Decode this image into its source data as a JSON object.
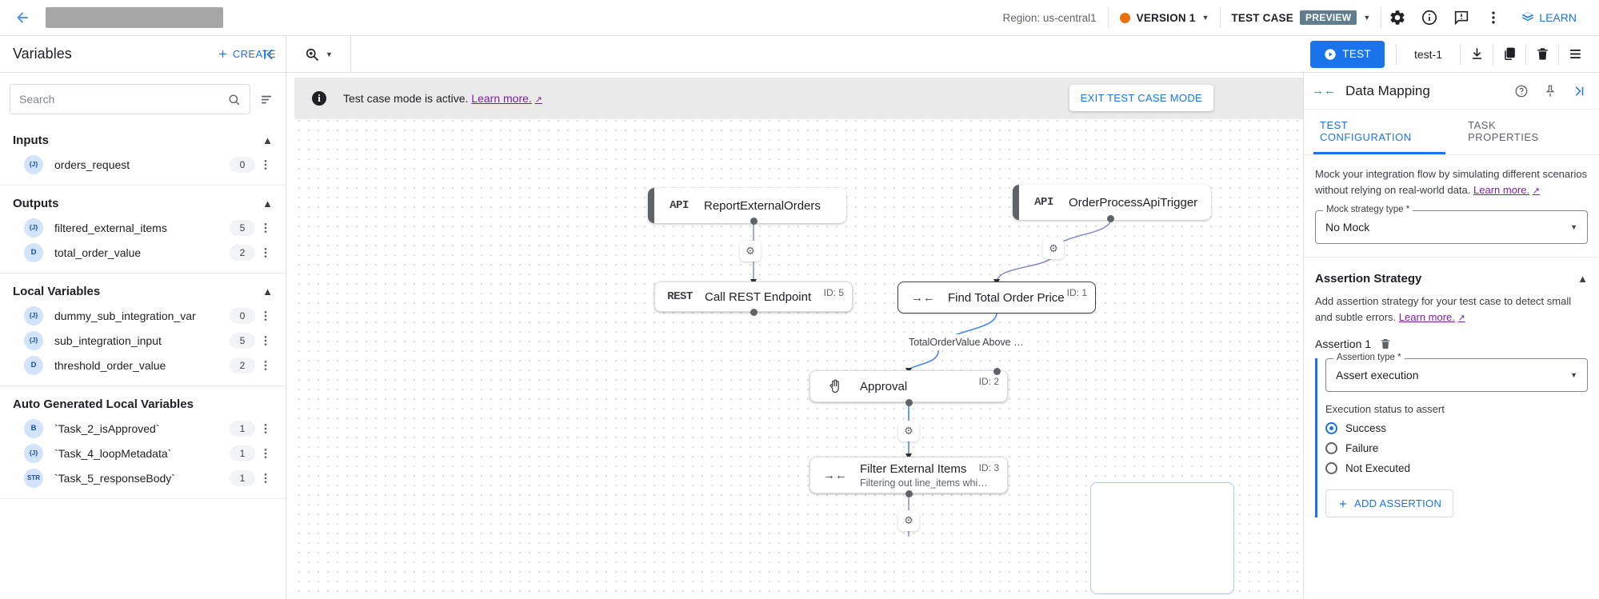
{
  "topbar": {
    "back_icon": "arrow-left-icon",
    "region": "Region: us-central1",
    "version": "VERSION 1",
    "test_case_label": "TEST CASE",
    "preview_badge": "PREVIEW",
    "settings_icon": "gear-icon",
    "info_icon": "info-icon",
    "feedback_icon": "feedback-icon",
    "more_icon": "more-vert-icon",
    "learn_label": "LEARN"
  },
  "subbar": {
    "variables_title": "Variables",
    "create_label": "CREATE",
    "collapse_icon": "collapse-panel-icon",
    "zoom_icon": "zoom-icon",
    "test_label": "TEST",
    "test_name": "test-1",
    "download_icon": "download-icon",
    "copy_icon": "copy-icon",
    "delete_icon": "trash-icon",
    "list_icon": "list-icon"
  },
  "sidebar": {
    "search_placeholder": "Search",
    "search_value": "",
    "sections": [
      {
        "title": "Inputs",
        "items": [
          {
            "type": "{J}",
            "name": "orders_request",
            "count": "0"
          }
        ]
      },
      {
        "title": "Outputs",
        "items": [
          {
            "type": "{J}",
            "name": "filtered_external_items",
            "count": "5"
          },
          {
            "type": "D",
            "name": "total_order_value",
            "count": "2"
          }
        ]
      },
      {
        "title": "Local Variables",
        "items": [
          {
            "type": "{J}",
            "name": "dummy_sub_integration_var",
            "count": "0"
          },
          {
            "type": "{J}",
            "name": "sub_integration_input",
            "count": "5"
          },
          {
            "type": "D",
            "name": "threshold_order_value",
            "count": "2"
          }
        ]
      },
      {
        "title": "Auto Generated Local Variables",
        "items": [
          {
            "type": "B",
            "name": "`Task_2_isApproved`",
            "count": "1"
          },
          {
            "type": "{J}",
            "name": "`Task_4_loopMetadata`",
            "count": "1"
          },
          {
            "type": "STR",
            "name": "`Task_5_responseBody`",
            "count": "1"
          }
        ]
      }
    ]
  },
  "canvas": {
    "banner_text": "Test case mode is active.",
    "banner_link": "Learn more.",
    "exit_label": "EXIT TEST CASE MODE",
    "nodes": [
      {
        "icon": "API",
        "title": "ReportExternalOrders",
        "subtitle": "",
        "id": ""
      },
      {
        "icon": "API",
        "title": "OrderProcessApiTrigger",
        "subtitle": "",
        "id": ""
      },
      {
        "icon": "REST",
        "title": "Call REST Endpoint",
        "subtitle": "",
        "id": "ID: 5"
      },
      {
        "icon": "mapping",
        "title": "Find Total Order Price",
        "subtitle": "",
        "id": "ID: 1"
      },
      {
        "icon": "hand",
        "title": "Approval",
        "subtitle": "",
        "id": "ID: 2"
      },
      {
        "icon": "mapping",
        "title": "Filter External Items",
        "subtitle": "Filtering out line_items whi…",
        "id": "ID: 3"
      }
    ],
    "edge_label": "TotalOrderValue Above …"
  },
  "right_panel": {
    "title": "Data Mapping",
    "help_icon": "help-icon",
    "pin_icon": "pin-icon",
    "expand_icon": "expand-panel-icon",
    "tabs": [
      {
        "label": "TEST CONFIGURATION",
        "active": true
      },
      {
        "label": "TASK PROPERTIES",
        "active": false
      }
    ],
    "mock_desc": "Mock your integration flow by simulating different scenarios without relying on real-world data.",
    "mock_desc_link": "Learn more.",
    "mock_field_label": "Mock strategy type *",
    "mock_field_value": "No Mock",
    "assertion_section_title": "Assertion Strategy",
    "assertion_desc": "Add assertion strategy for your test case to detect small and subtle errors.",
    "assertion_desc_link": "Learn more.",
    "assertion_item_label": "Assertion 1",
    "assertion_type_label": "Assertion type *",
    "assertion_type_value": "Assert execution",
    "exec_status_label": "Execution status to assert",
    "radios": [
      {
        "label": "Success",
        "selected": true
      },
      {
        "label": "Failure",
        "selected": false
      },
      {
        "label": "Not Executed",
        "selected": false
      }
    ],
    "add_assertion_label": "ADD ASSERTION"
  },
  "colors": {
    "accent_blue": "#1a73e8",
    "link_purple": "#7b1fa2",
    "version_orange": "#e8710a",
    "preview_slate": "#5f7d8c"
  }
}
